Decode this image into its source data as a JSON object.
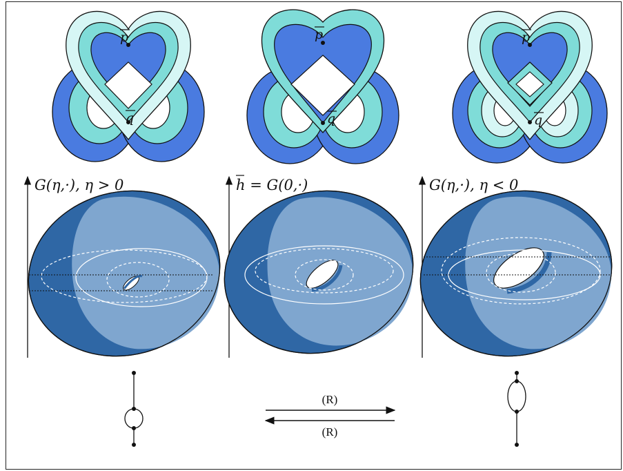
{
  "panels": [
    {
      "id": "left",
      "axis_label": "G(η,·), η > 0",
      "p": "p",
      "q": "q"
    },
    {
      "id": "middle",
      "axis_label": "h = G(0,·)",
      "p": "p",
      "q": "q"
    },
    {
      "id": "right",
      "axis_label": "G(η,·), η < 0",
      "p": "p",
      "q": "q"
    }
  ],
  "arrows": {
    "top_label": "(R)",
    "bottom_label": "(R)"
  },
  "colors": {
    "dark_blue": "#4a7be0",
    "teal": "#7fdcd8",
    "light_cyan": "#d6f6f5",
    "torus_dark": "#2f67a5",
    "torus_light": "#7fa6cf"
  }
}
